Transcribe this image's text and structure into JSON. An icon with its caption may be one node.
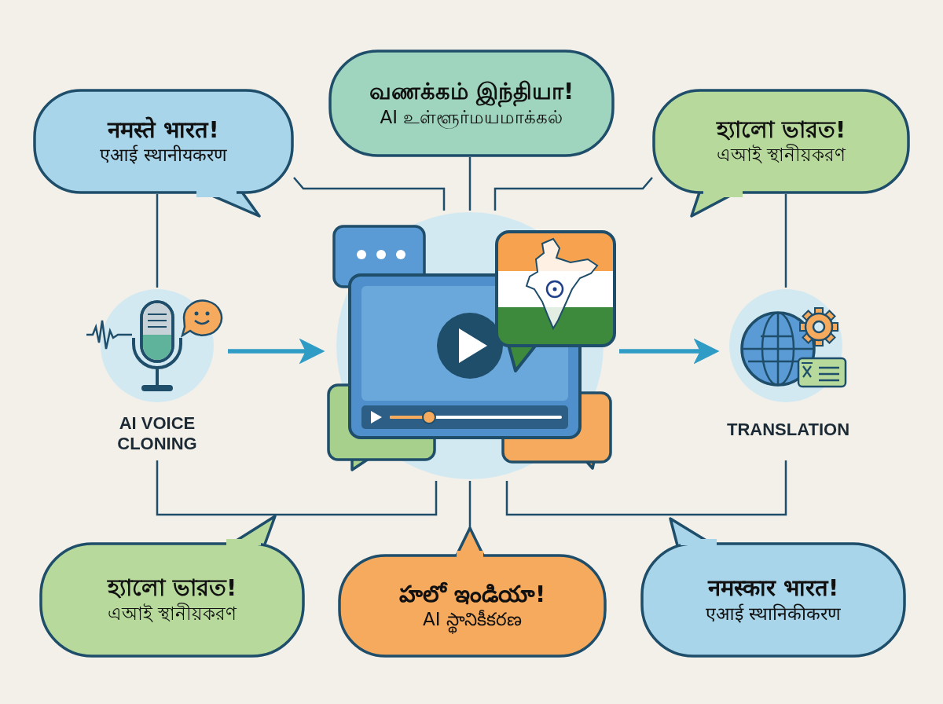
{
  "diagram": {
    "nodes": [
      {
        "text": [
          "नमस्ते भारत!",
          "एआई स्थानीयकरण"
        ]
      },
      {
        "text": [
          "வணக்கம் இந்தியா!",
          "AI உள்ளூர்மயமாக்கல்"
        ]
      },
      {
        "text": [
          "হ্যালো ভারত!",
          "এআই স্থানীয়করণ"
        ]
      },
      {
        "text": [
          "AI VOICE CLONING"
        ]
      },
      {
        "text": [],
        "shape": "picture"
      },
      {
        "text": [
          "TRANSLATION"
        ]
      },
      {
        "text": [
          "হ্যালো ভারত!",
          "এআই স্থানীয়করণ"
        ]
      },
      {
        "text": [
          "హలో ఇండియా!",
          "AI స్థానికీకరణ"
        ]
      },
      {
        "text": [
          "नमस्कार भारत!",
          "एआई स्थानिकीकरण"
        ]
      }
    ],
    "edges": [
      {
        "from": 3,
        "to": 4,
        "arrow": "to",
        "style": "thick",
        "color": "#2f9cc6"
      },
      {
        "from": 4,
        "to": 5,
        "arrow": "to",
        "style": "thick",
        "color": "#2f9cc6"
      },
      {
        "from": 0,
        "to": 4,
        "arrow": "none"
      },
      {
        "from": 0,
        "to": 3,
        "arrow": "none"
      },
      {
        "from": 1,
        "to": 4,
        "arrow": "none"
      },
      {
        "from": 2,
        "to": 4,
        "arrow": "none"
      },
      {
        "from": 2,
        "to": 5,
        "arrow": "none"
      },
      {
        "from": 3,
        "to": 4,
        "arrow": "none"
      },
      {
        "from": 4,
        "to": 7,
        "arrow": "none"
      },
      {
        "from": 5,
        "to": 4,
        "arrow": "none"
      }
    ]
  }
}
